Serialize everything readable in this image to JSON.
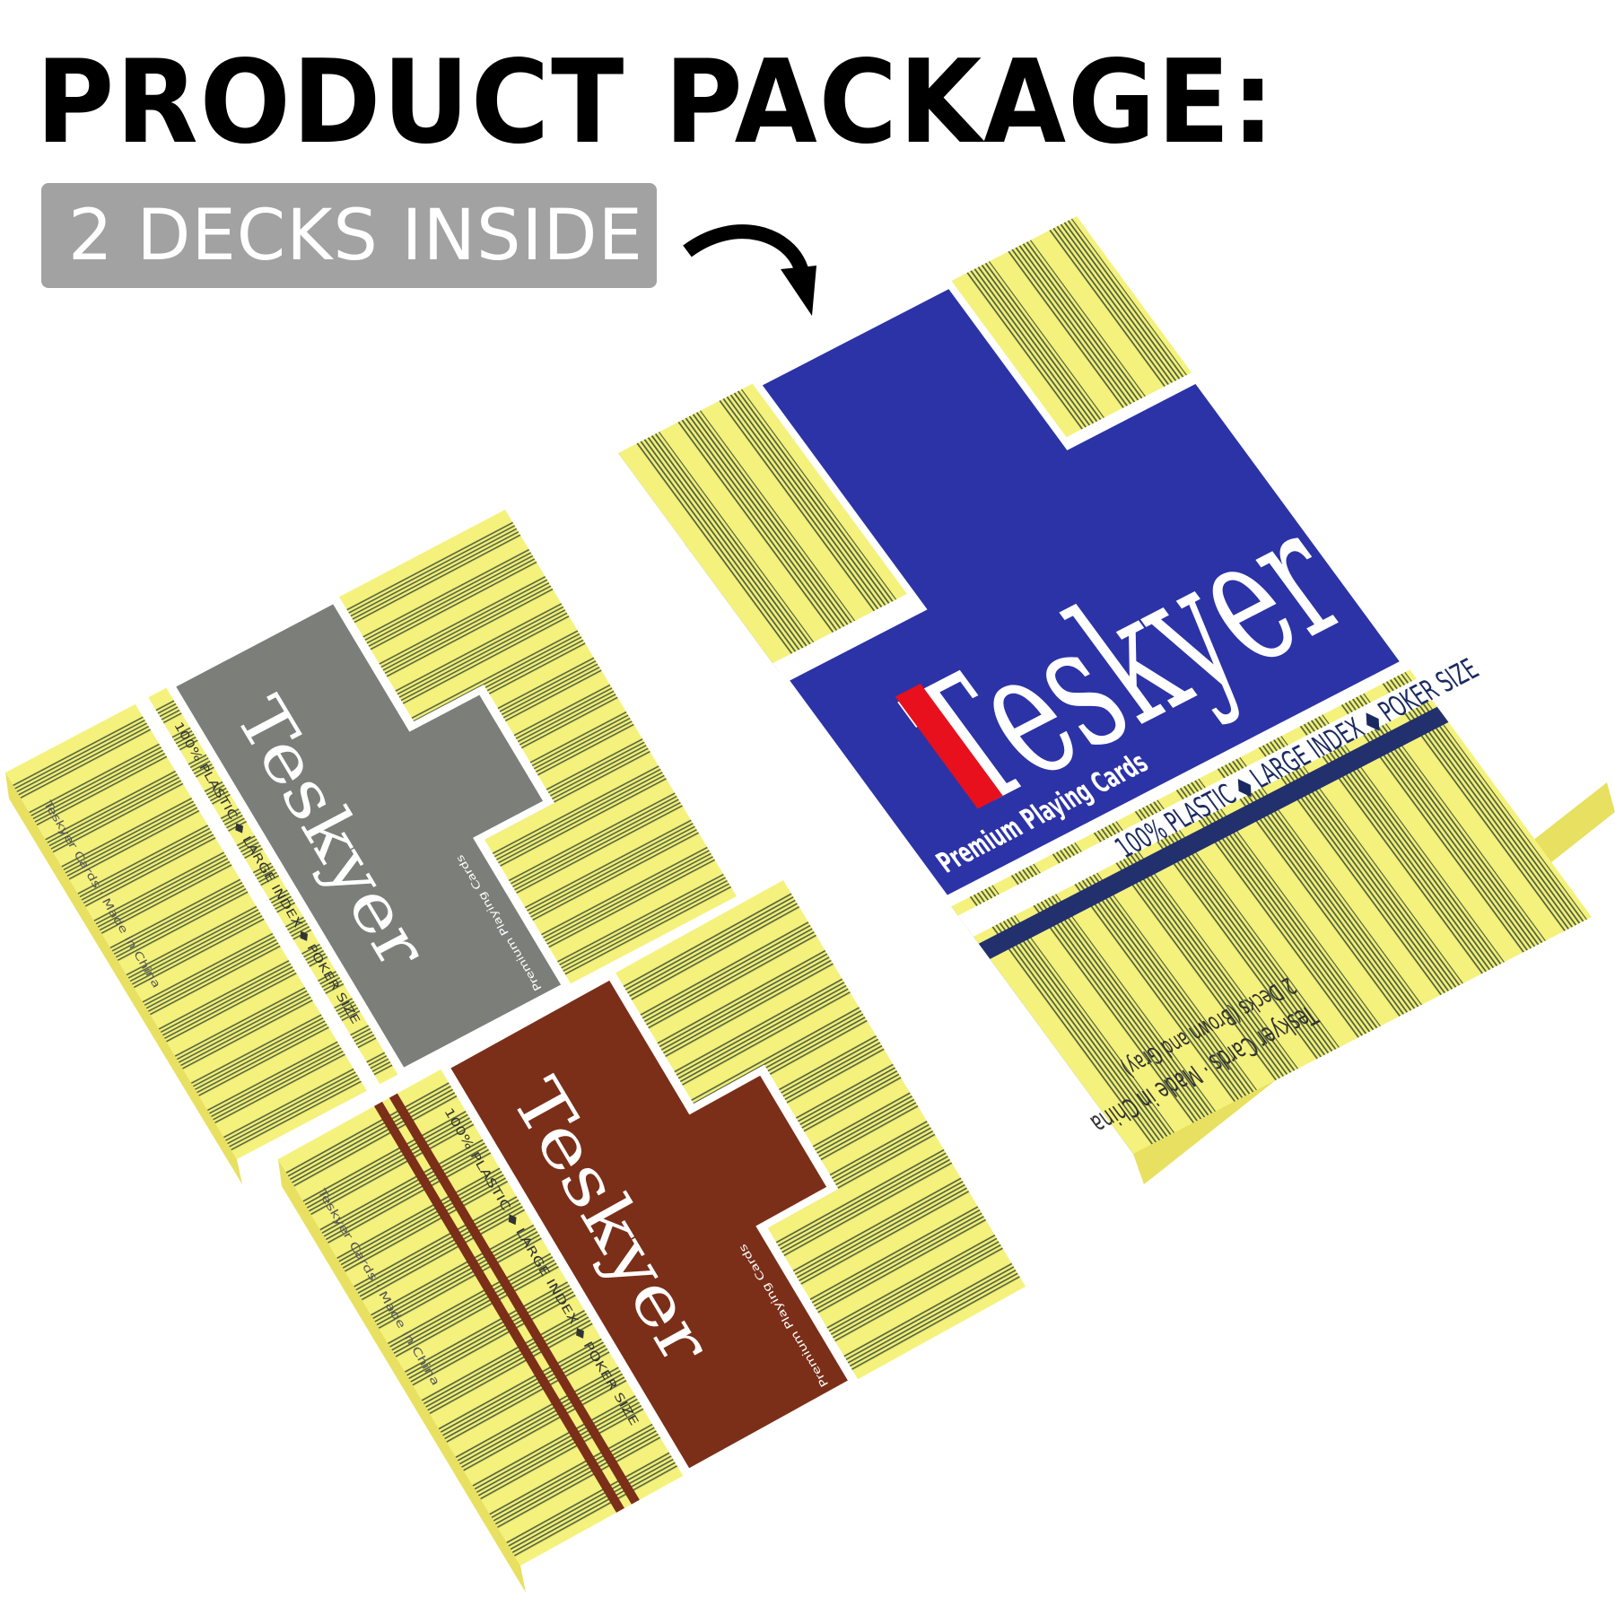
{
  "header": {
    "title": "PRODUCT PACKAGE:",
    "badge": "2 DECKS INSIDE"
  },
  "brand": "Teskyer",
  "features": "100% PLASTIC ◆ LARGE INDEX ◆ POKER SIZE",
  "tagline": "Premium Playing Cards",
  "side_text": "Teskyer Cards · Made in China",
  "outer_box_side_text": "2 Decks (Brown and Gray)",
  "colors": {
    "yellow": "#f2f07a",
    "blue": "#2c33a6",
    "gray": "#7c7e7a",
    "brown": "#7b2f18",
    "red": "#e8101c",
    "navy": "#22306e"
  }
}
